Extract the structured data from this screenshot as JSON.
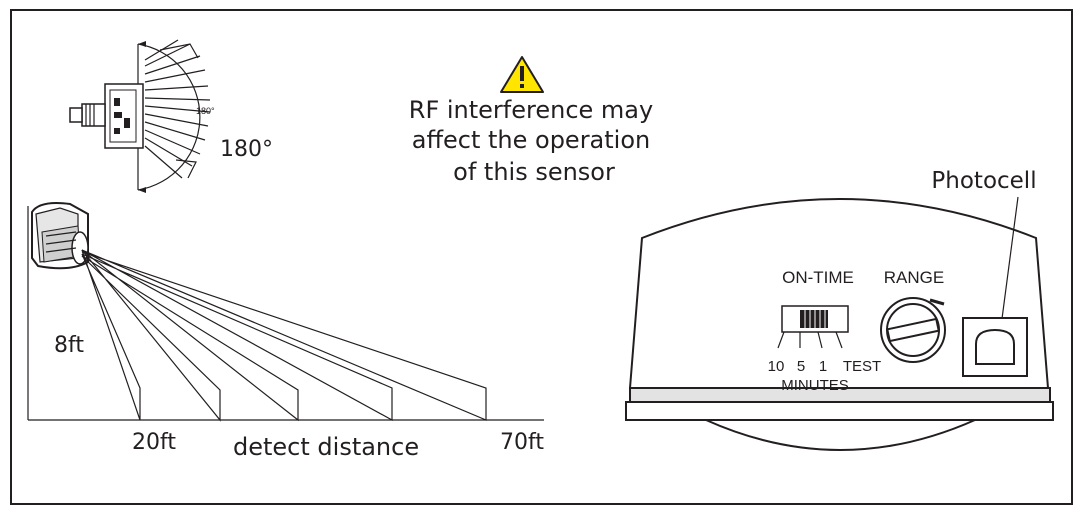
{
  "sensor_top": {
    "angle_small_label": "180°",
    "angle_label": "180°"
  },
  "warning": {
    "icon": "warning-triangle-icon",
    "line1": "RF interference may",
    "line2": "affect the operation",
    "line3": "of this sensor"
  },
  "side_view": {
    "height_label": "8ft",
    "near_distance": "20ft",
    "axis_label": "detect distance",
    "far_distance": "70ft"
  },
  "control_panel": {
    "photocell_label": "Photocell",
    "on_time_label": "ON-TIME",
    "range_label": "RANGE",
    "dial_10": "10",
    "dial_5": "5",
    "dial_1": "1",
    "dial_test": "TEST",
    "minutes_label": "MINUTES"
  }
}
